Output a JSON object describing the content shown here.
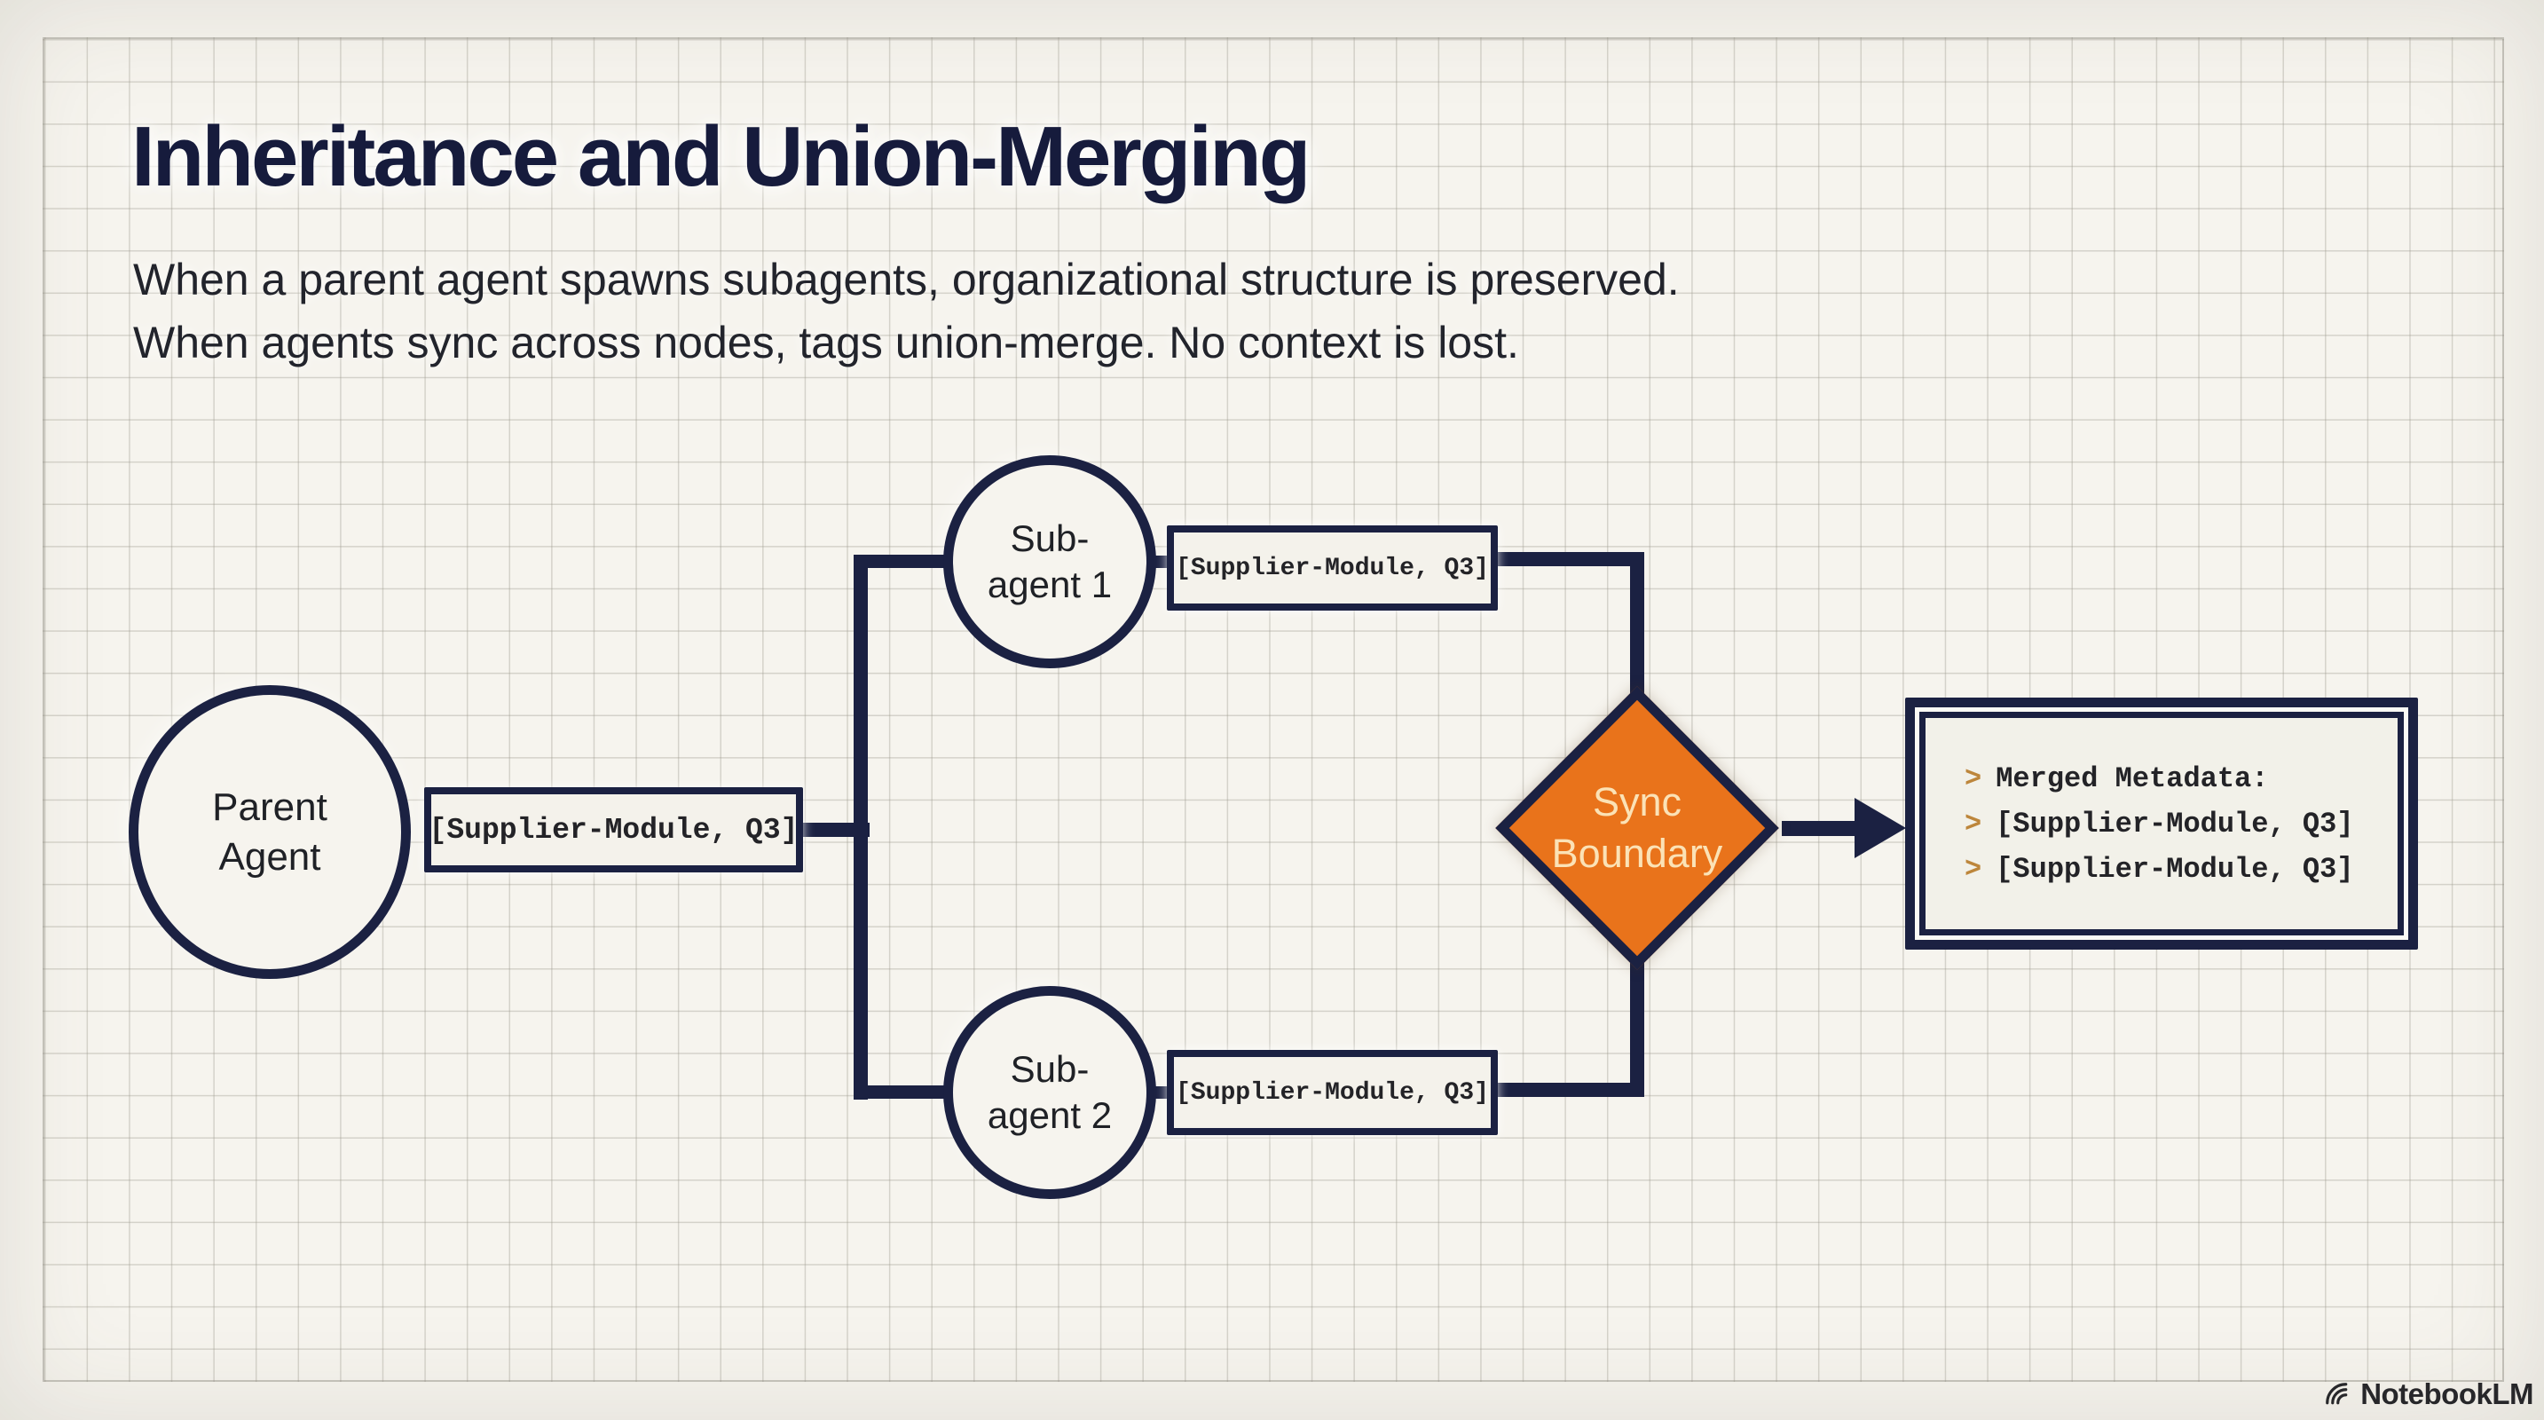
{
  "slide": {
    "title": "Inheritance and Union-Merging",
    "subtitle_line1": "When a parent agent spawns subagents, organizational structure is preserved.",
    "subtitle_line2": "When agents sync across nodes, tags union-merge. No context is lost."
  },
  "diagram": {
    "parent": {
      "label_line1": "Parent",
      "label_line2": "Agent",
      "tag": "[Supplier-Module, Q3]"
    },
    "subagent1": {
      "label_line1": "Sub-",
      "label_line2": "agent 1",
      "tag": "[Supplier-Module, Q3]"
    },
    "subagent2": {
      "label_line1": "Sub-",
      "label_line2": "agent 2",
      "tag": "[Supplier-Module, Q3]"
    },
    "sync_boundary": {
      "label_line1": "Sync",
      "label_line2": "Boundary"
    },
    "merged": {
      "chevron": ">",
      "lines": [
        "Merged Metadata:",
        "[Supplier-Module, Q3]",
        "[Supplier-Module, Q3]"
      ]
    }
  },
  "watermark": {
    "text": "NotebookLM"
  },
  "colors": {
    "background": "#f6f4ee",
    "navy": "#1b2142",
    "title_navy": "#161b3c",
    "orange": "#e9731b",
    "diamond_text": "#fbe2b6",
    "chevron_gold": "#bd863b",
    "grid_line": "#d9d7cf"
  }
}
